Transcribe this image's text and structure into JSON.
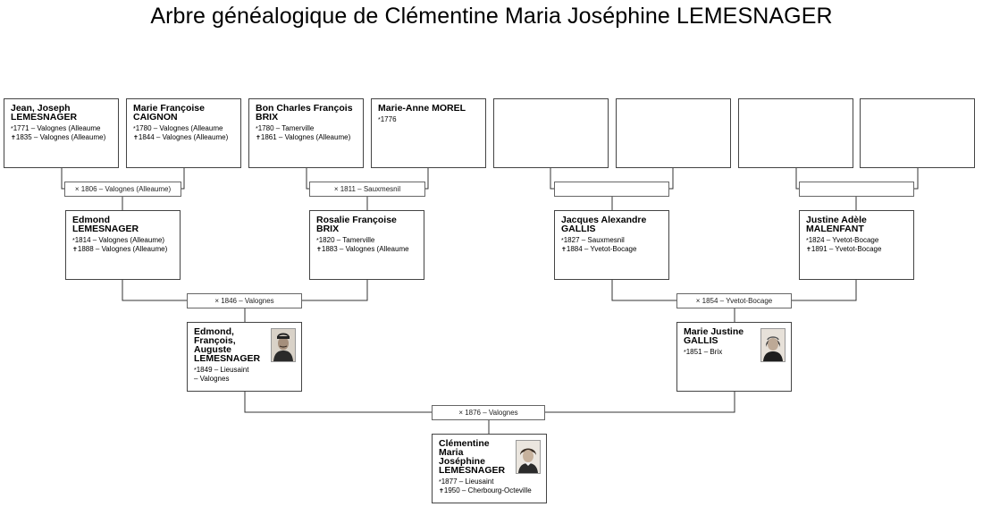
{
  "title": "Arbre généalogique de Clémentine Maria Joséphine LEMESNAGER",
  "symbols": {
    "birth": "*",
    "death": "✝"
  },
  "people": {
    "p1": {
      "given": "Jean, Joseph",
      "surname": "LEMESNAGER",
      "birth": "1771 – Valognes (Alleaume",
      "death": "1835 – Valognes (Alleaume)"
    },
    "p2": {
      "given": "Marie Françoise",
      "surname": "CAIGNON",
      "birth": "1780 – Valognes (Alleaume",
      "death": "1844 – Valognes (Alleaume)"
    },
    "p3": {
      "given": "Bon Charles François",
      "surname": "BRIX",
      "birth": "1780 – Tamerville",
      "death": "1861 – Valognes (Alleaume)"
    },
    "p4": {
      "given": "Marie-Anne",
      "surname": "MOREL",
      "birth": "1776"
    },
    "g1": {
      "given": "Edmond",
      "surname": "LEMESNAGER",
      "birth": "1814 – Valognes (Alleaume)",
      "death": "1888 – Valognes (Alleaume)"
    },
    "g2": {
      "given": "Rosalie Françoise",
      "surname": "BRIX",
      "birth": "1820 – Tamerville",
      "death": "1883 – Valognes (Alleaume"
    },
    "g3": {
      "given": "Jacques Alexandre",
      "surname": "GALLIS",
      "birth": "1827 – Sauxmesnil",
      "death": "1884 – Yvetot-Bocage"
    },
    "g4": {
      "given": "Justine Adèle",
      "surname": "MALENFANT",
      "birth": "1824 – Yvetot-Bocage",
      "death": "1891 – Yvetot-Bocage"
    },
    "f1": {
      "given": "Edmond, François, Auguste",
      "surname": "LEMESNAGER",
      "birth": "1849 – Lieusaint",
      "birth2": "– Valognes"
    },
    "f2": {
      "given": "Marie Justine",
      "surname": "GALLIS",
      "birth": "1851 – Brix"
    },
    "root": {
      "given": "Clémentine Maria Joséphine",
      "surname": "LEMESNAGER",
      "birth": "1877 – Lieusaint",
      "death": "1950 – Cherbourg-Octeville"
    }
  },
  "marriages": {
    "m1": "× 1806 – Valognes (Alleaume)",
    "m2": "× 1811 – Sauxmesnil",
    "m3": "",
    "m4": "",
    "m5": "× 1846 – Valognes",
    "m6": "× 1854 – Yvetot-Bocage",
    "m7": "× 1876 – Valognes"
  }
}
